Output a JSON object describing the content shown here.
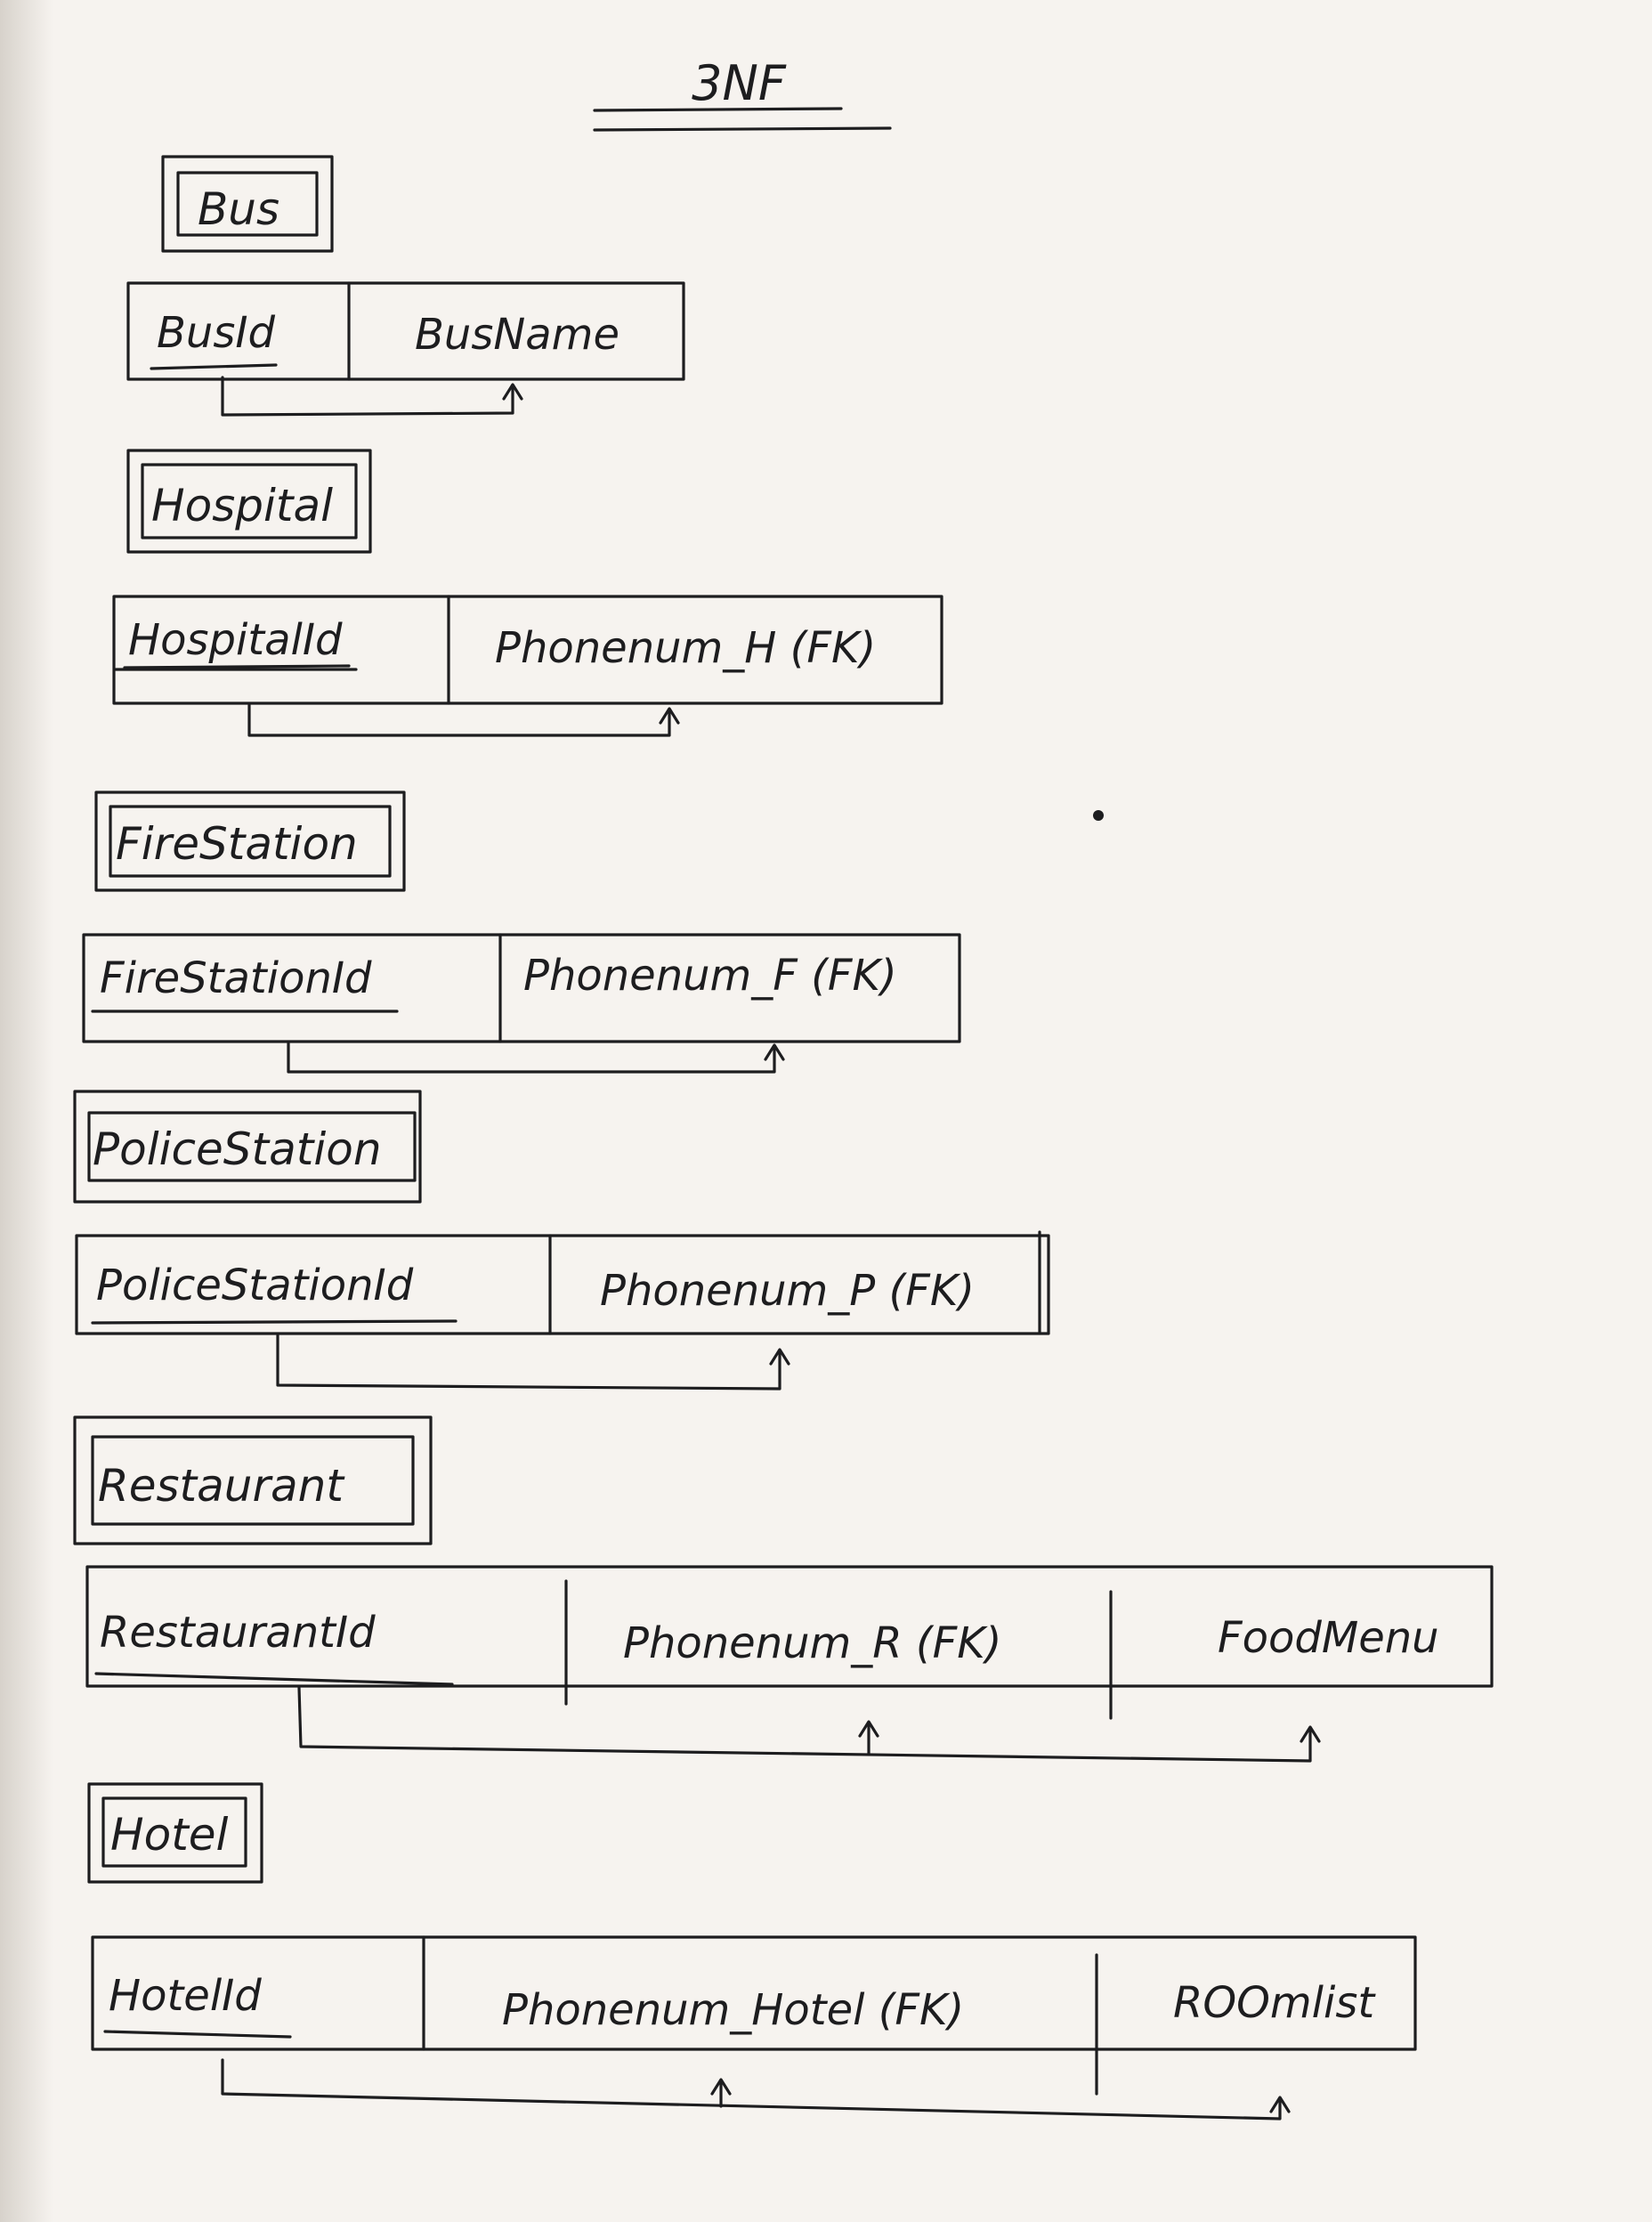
{
  "page_title": "3NF",
  "entities": [
    {
      "name": "Bus",
      "attributes": [
        {
          "label": "BusId",
          "primary_key": true
        },
        {
          "label": "BusName",
          "primary_key": false
        }
      ]
    },
    {
      "name": "Hospital",
      "attributes": [
        {
          "label": "HospitalId",
          "primary_key": true
        },
        {
          "label": "Phonenum_H (FK)",
          "primary_key": false
        }
      ]
    },
    {
      "name": "FireStation",
      "attributes": [
        {
          "label": "FireStationId",
          "primary_key": true
        },
        {
          "label": "Phonenum_F (FK)",
          "primary_key": false
        }
      ]
    },
    {
      "name": "PoliceStation",
      "attributes": [
        {
          "label": "PoliceStationId",
          "primary_key": true
        },
        {
          "label": "Phonenum_P (FK)",
          "primary_key": false
        }
      ]
    },
    {
      "name": "Restaurant",
      "attributes": [
        {
          "label": "RestaurantId",
          "primary_key": true
        },
        {
          "label": "Phonenum_R (FK)",
          "primary_key": false
        },
        {
          "label": "FoodMenu",
          "primary_key": false
        }
      ]
    },
    {
      "name": "Hotel",
      "attributes": [
        {
          "label": "HotelId",
          "primary_key": true
        },
        {
          "label": "Phonenum_Hotel (FK)",
          "primary_key": false
        },
        {
          "label": "ROOmlist",
          "primary_key": false
        }
      ]
    }
  ]
}
